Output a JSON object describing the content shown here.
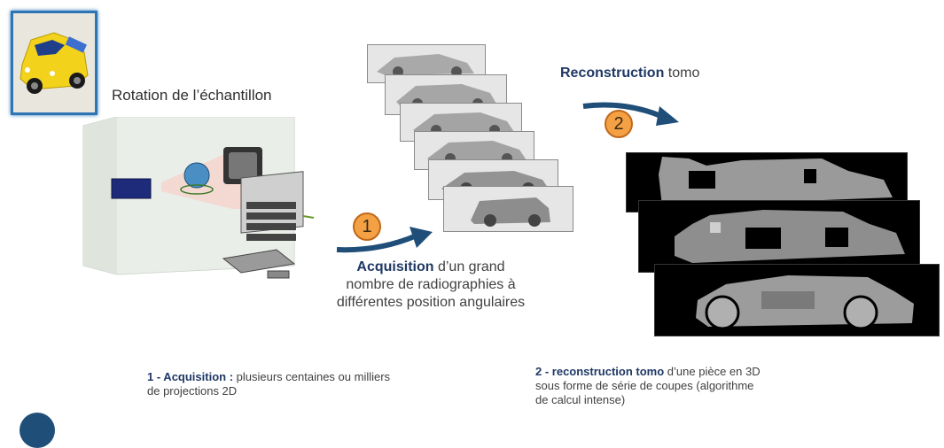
{
  "sample_caption": "Rotation de l’échantillon",
  "reconstruction_label": {
    "bold": "Reconstruction",
    "rest": " tomo"
  },
  "steps": {
    "one": "1",
    "two": "2"
  },
  "acquisition_label": {
    "bold": "Acquisition",
    "rest1": " d’un grand",
    "line2": "nombre de radiographies à",
    "line3": "différentes position angulaires"
  },
  "bottom_left": {
    "bold": "1 - Acquisition :",
    "rest1": " plusieurs centaines ou milliers",
    "line2": "de projections 2D"
  },
  "bottom_right": {
    "bold": "2 - reconstruction tomo",
    "rest1": " d’une pièce en 3D",
    "line2": "sous forme de série de coupes (algorithme",
    "line3": "de calcul intense)"
  },
  "colors": {
    "accent_orange": "#f4a145",
    "arrow_blue": "#1f4e79",
    "title_blue": "#1f3864",
    "frame_blue": "#2e75b6"
  },
  "icons": [
    "toy-car-photo",
    "xray-cabinet",
    "curved-arrow",
    "radiograph-stack",
    "tomo-slice-stack"
  ]
}
